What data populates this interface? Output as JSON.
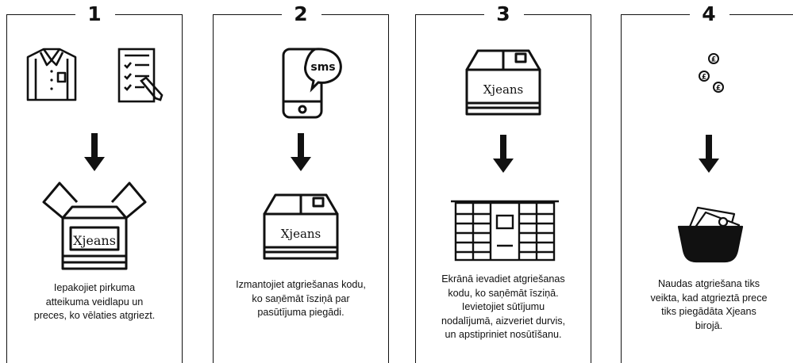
{
  "steps": [
    {
      "number": "1",
      "caption": [
        "Iepakojiet pirkuma",
        "atteikuma veidlapu un",
        "preces, ko vēlaties atgriezt."
      ]
    },
    {
      "number": "2",
      "sms_label": "sms",
      "caption": [
        "Izmantojiet atgriešanas kodu,",
        "ko saņēmāt īsziņā par",
        "pasūtījuma piegādi."
      ]
    },
    {
      "number": "3",
      "caption": [
        "Ekrānā ievadiet atgriešanas",
        "kodu, ko saņēmāt īsziņā.",
        "Ievietojiet sūtījumu",
        "nodalījumā, aizveriet durvis,",
        "un apstipriniet nosūtīšanu."
      ]
    },
    {
      "number": "4",
      "caption": [
        "Naudas atgriešana tiks",
        "veikta, kad atgrieztā prece",
        "tiks piegādāta Xjeans",
        "birojā."
      ]
    }
  ],
  "brand": "Xjeans",
  "currency_symbol": "£",
  "icons": [
    "shirt-icon",
    "checklist-icon",
    "open-box-icon",
    "phone-sms-icon",
    "box-icon",
    "parcel-locker-icon",
    "coins-icon",
    "wallet-icon",
    "arrow-down-icon"
  ]
}
